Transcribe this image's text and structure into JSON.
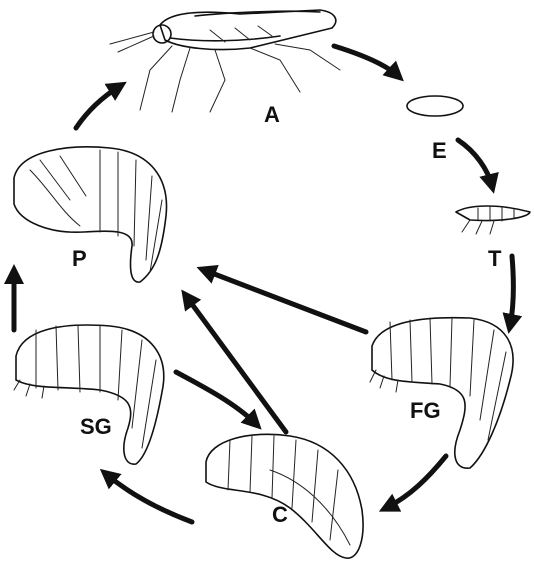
{
  "labels": {
    "adult": "A",
    "egg": "E",
    "triungulin": "T",
    "first_grub": "FG",
    "coarctate": "C",
    "second_grub": "SG",
    "pupa": "P"
  },
  "colors": {
    "ink": "#111111",
    "background": "#ffffff"
  }
}
